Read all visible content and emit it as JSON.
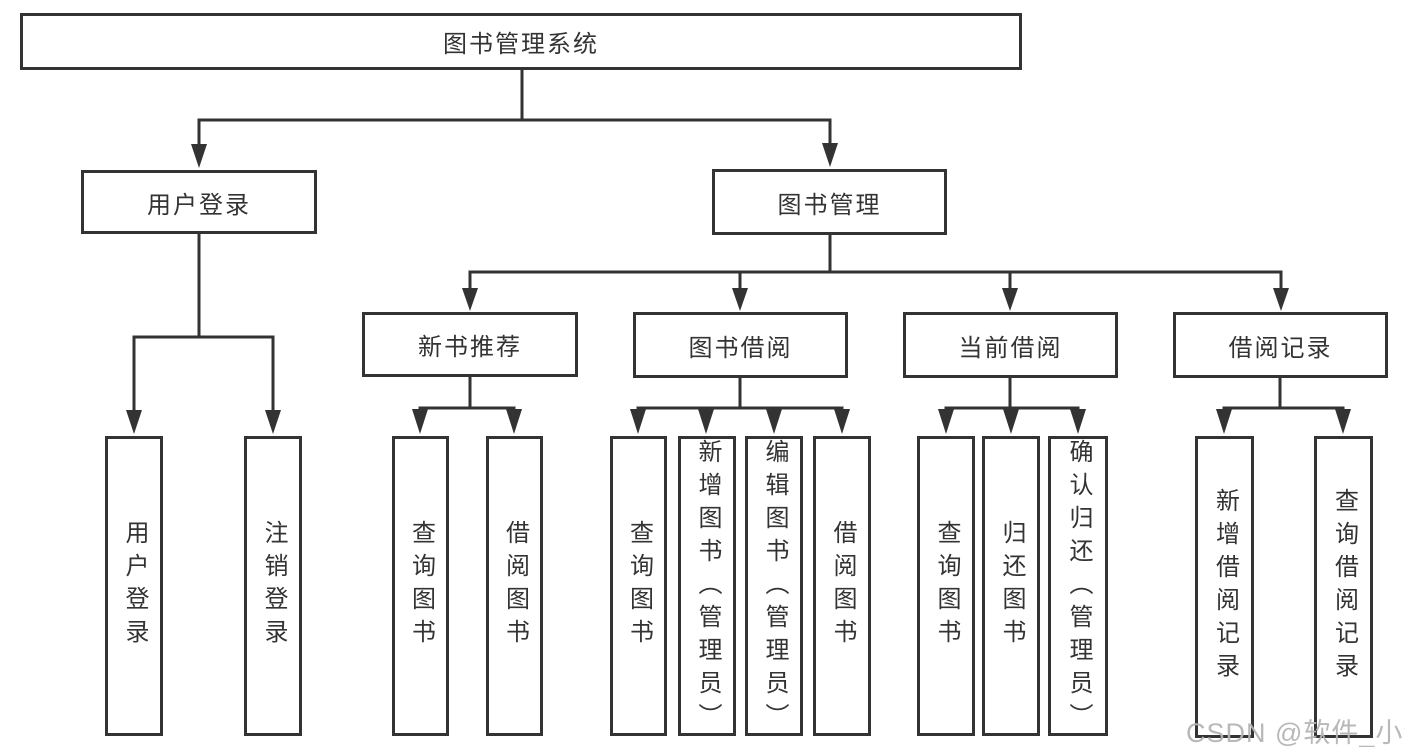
{
  "diagram": {
    "root": {
      "label": "图书管理系统"
    },
    "branches": [
      {
        "label": "用户登录",
        "leaves": [
          "用户登录",
          "注销登录"
        ]
      },
      {
        "label": "图书管理",
        "groups": [
          {
            "label": "新书推荐",
            "leaves": [
              "查询图书",
              "借阅图书"
            ]
          },
          {
            "label": "图书借阅",
            "leaves": [
              "查询图书",
              "新增图书（管理员）",
              "编辑图书（管理员）",
              "借阅图书"
            ]
          },
          {
            "label": "当前借阅",
            "leaves": [
              "查询图书",
              "归还图书",
              "确认归还（管理员）"
            ]
          },
          {
            "label": "借阅记录",
            "leaves": [
              "新增借阅记录",
              "查询借阅记录"
            ]
          }
        ]
      }
    ]
  },
  "watermark": {
    "text": "CSDN @软件_小贺同学"
  },
  "colors": {
    "line": "#333333",
    "box_border": "#333333",
    "text": "#333333",
    "watermark": "#b5b5b5",
    "background": "#ffffff"
  }
}
